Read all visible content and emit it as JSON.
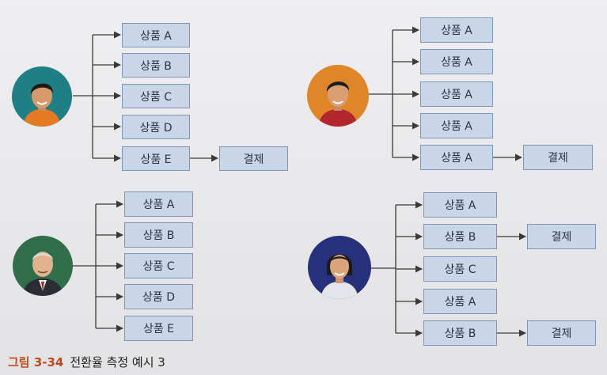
{
  "users": [
    {
      "avatar": "user-avatar-young-man",
      "products": [
        "상품 A",
        "상품 B",
        "상품 C",
        "상품 D",
        "상품 E"
      ],
      "checkout": {
        "from_index": 4,
        "label": "결제"
      }
    },
    {
      "avatar": "user-avatar-man-red-shirt",
      "products": [
        "상품 A",
        "상품 A",
        "상품 A",
        "상품 A",
        "상품 A"
      ],
      "checkout": {
        "from_index": 4,
        "label": "결제"
      }
    },
    {
      "avatar": "user-avatar-older-man",
      "products": [
        "상품 A",
        "상품 B",
        "상품 C",
        "상품 D",
        "상품 E"
      ],
      "checkout": null
    },
    {
      "avatar": "user-avatar-woman",
      "products": [
        "상품 A",
        "상품 B",
        "상품 C",
        "상품 A",
        "상품 B"
      ],
      "checkouts": [
        {
          "from_index": 1,
          "label": "결제"
        },
        {
          "from_index": 4,
          "label": "결제"
        }
      ]
    }
  ],
  "caption": {
    "number": "그림 3-34",
    "text": "전환율 측정 예시 3"
  },
  "colors": {
    "box_fill": "#c9d6e8",
    "box_border": "#7f95b8",
    "connector": "#3a3a3a",
    "caption_accent": "#c04a1c"
  }
}
